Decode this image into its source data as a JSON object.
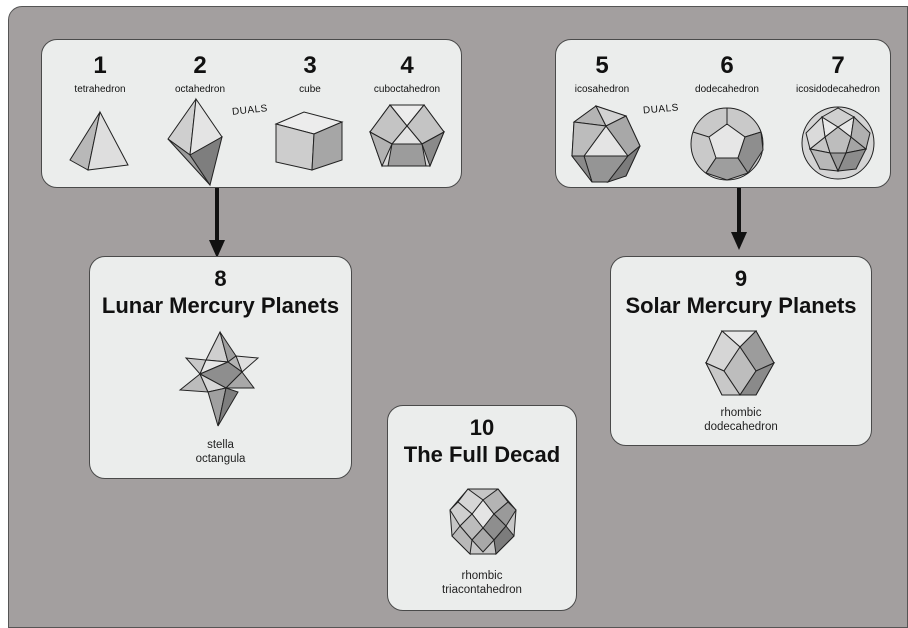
{
  "top_left": {
    "items": [
      {
        "number": "1",
        "name": "tetrahedron"
      },
      {
        "number": "2",
        "name": "octahedron"
      },
      {
        "number": "3",
        "name": "cube"
      },
      {
        "number": "4",
        "name": "cuboctahedron"
      }
    ],
    "duals_label": "DUALS"
  },
  "top_right": {
    "items": [
      {
        "number": "5",
        "name": "icosahedron"
      },
      {
        "number": "6",
        "name": "dodecahedron"
      },
      {
        "number": "7",
        "name": "icosidodecahedron"
      }
    ],
    "duals_label": "DUALS"
  },
  "lunar": {
    "number": "8",
    "title": "Lunar Mercury Planets",
    "caption_line1": "stella",
    "caption_line2": "octangula"
  },
  "solar": {
    "number": "9",
    "title": "Solar Mercury Planets",
    "caption_line1": "rhombic",
    "caption_line2": "dodecahedron"
  },
  "decad": {
    "number": "10",
    "title": "The Full Decad",
    "caption_line1": "rhombic",
    "caption_line2": "triacontahedron"
  },
  "colors": {
    "background": "#a39f9f",
    "panel": "#ebedec",
    "shape_light": "#dcdcdc",
    "shape_mid": "#b5b5b5",
    "shape_dark": "#8c8c8c",
    "arrow": "#111111"
  }
}
